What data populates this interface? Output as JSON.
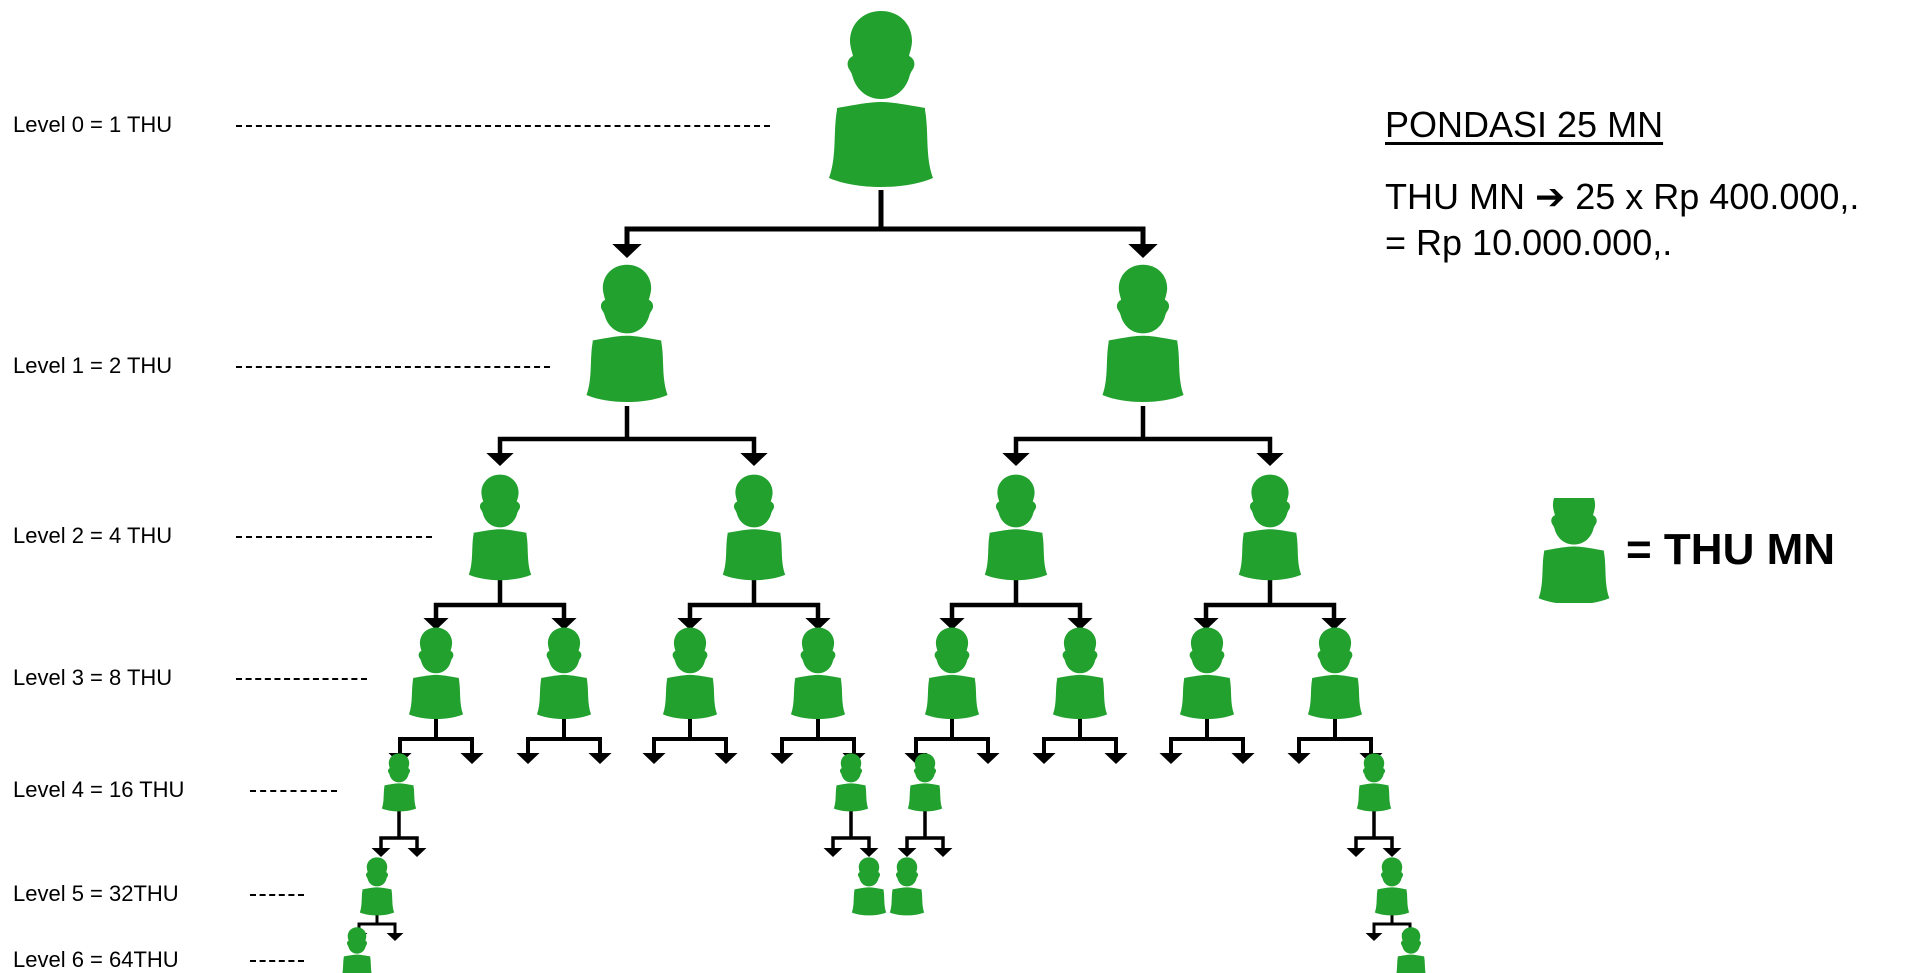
{
  "levels": [
    {
      "label": "Level 0 = 1 THU"
    },
    {
      "label": "Level 1 = 2 THU"
    },
    {
      "label": "Level 2 = 4 THU"
    },
    {
      "label": "Level 3 = 8 THU"
    },
    {
      "label": "Level 4 = 16 THU"
    },
    {
      "label": "Level 5 = 32THU"
    },
    {
      "label": "Level 6 = 64THU"
    }
  ],
  "info": {
    "title": "PONDASI 25 MN",
    "line1_prefix": "THU MN",
    "arrow": "➔",
    "line1_suffix": "25 x Rp 400.000,.",
    "line2": "= Rp 10.000.000,."
  },
  "legend": {
    "icon": "person-icon",
    "text": "= THU MN"
  },
  "colors": {
    "person": "#22a12e",
    "connector": "#000000"
  }
}
